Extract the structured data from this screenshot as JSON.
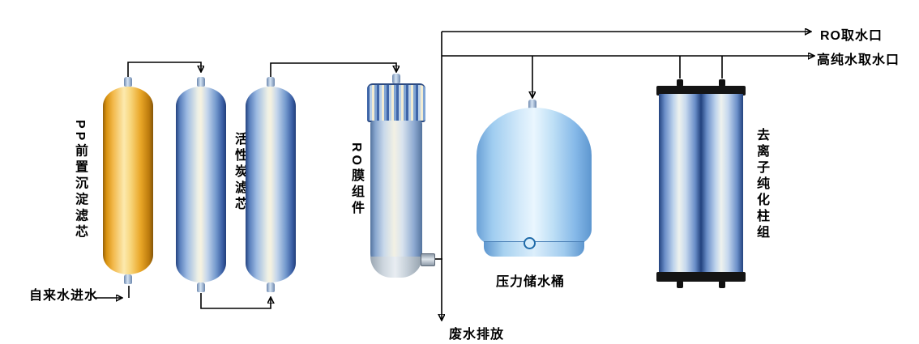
{
  "labels": {
    "tap_water_inlet": "自来水进水",
    "pp_sediment_filter": "PP前置沉淀滤芯",
    "activated_carbon_filter": "活性炭滤芯",
    "ro_membrane_module": "RO膜组件",
    "pressure_storage_tank": "压力储水桶",
    "deionization_column_group": "去离子纯化柱组",
    "ro_water_outlet": "RO取水口",
    "high_purity_water_outlet": "高纯水取水口",
    "waste_water_discharge": "废水排放"
  },
  "colors": {
    "pp_filter_body": "#f2b84a",
    "carbon_filter_body": "#9cbae2",
    "ro_module_body": "#c8d8ea",
    "pressure_tank_body": "#a0cdf0",
    "di_column_cap": "#141414",
    "pipe_line": "#000000",
    "background": "#ffffff"
  }
}
